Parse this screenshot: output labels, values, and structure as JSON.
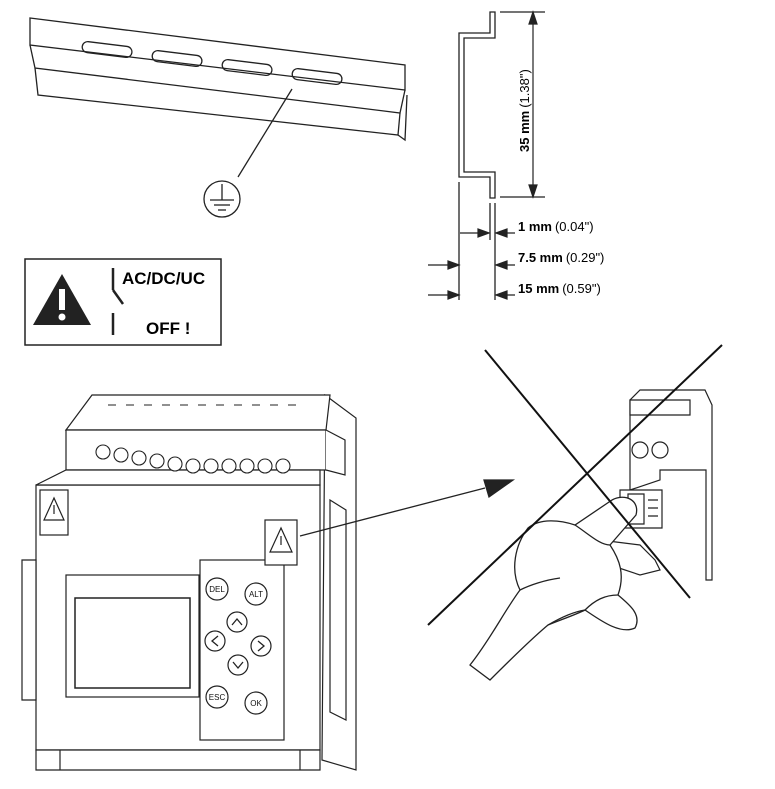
{
  "dimensions": {
    "height": {
      "value": "35 mm",
      "imperial": "(1.38\")"
    },
    "flange_thickness": {
      "value": "1 mm",
      "imperial": "(0.04\")"
    },
    "step_depth": {
      "value": "7.5 mm",
      "imperial": "(0.29\")"
    },
    "total_depth": {
      "value": "15 mm",
      "imperial": "(0.59\")"
    }
  },
  "warning": {
    "supply": "AC/DC/UC",
    "state": "OFF !"
  },
  "keypad": {
    "del": "DEL",
    "alt": "ALT",
    "esc": "ESC",
    "ok": "OK"
  }
}
